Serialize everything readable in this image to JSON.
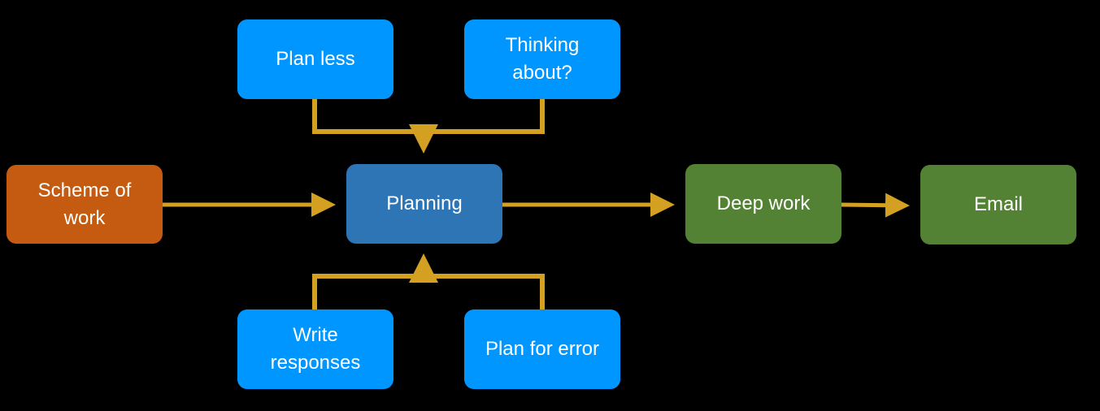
{
  "colors": {
    "background": "#000000",
    "input_node": "#0096ff",
    "source_node": "#c55a11",
    "hub_node": "#2e75b6",
    "output_node": "#548235",
    "connector": "#d4a021",
    "text": "#ffffff"
  },
  "nodes": {
    "plan_less": {
      "label": "Plan less"
    },
    "thinking_about": {
      "label": "Thinking about?"
    },
    "scheme_of_work": {
      "label": "Scheme of work"
    },
    "planning": {
      "label": "Planning"
    },
    "deep_work": {
      "label": "Deep work"
    },
    "email": {
      "label": "Email"
    },
    "write_responses": {
      "label": "Write responses"
    },
    "plan_for_error": {
      "label": "Plan for error"
    }
  },
  "connections": [
    {
      "from": "Plan less",
      "to": "Planning"
    },
    {
      "from": "Thinking about?",
      "to": "Planning"
    },
    {
      "from": "Write responses",
      "to": "Planning"
    },
    {
      "from": "Plan for error",
      "to": "Planning"
    },
    {
      "from": "Scheme of work",
      "to": "Planning"
    },
    {
      "from": "Planning",
      "to": "Deep work"
    },
    {
      "from": "Deep work",
      "to": "Email"
    }
  ]
}
